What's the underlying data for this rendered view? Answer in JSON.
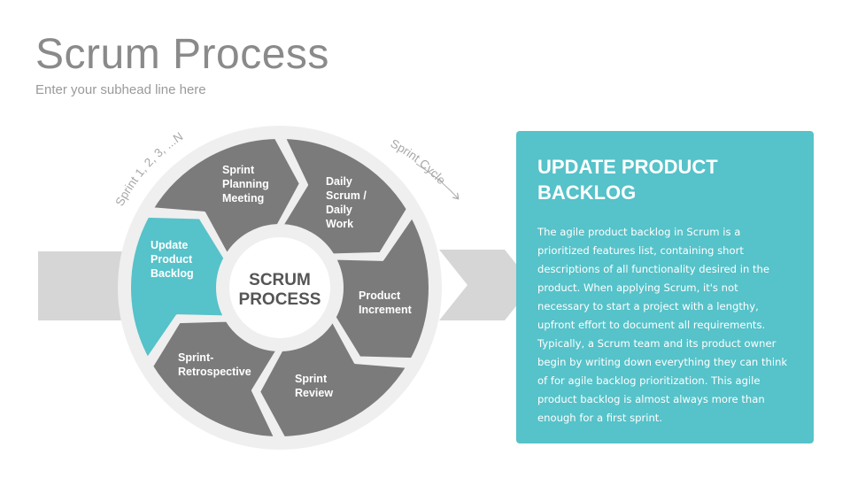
{
  "header": {
    "title": "Scrum Process",
    "subtitle": "Enter your subhead line here"
  },
  "diagram": {
    "center_label_line1": "SCRUM",
    "center_label_line2": "PROCESS",
    "arc_sprint_label": "Sprint 1, 2, 3, ...N",
    "arc_cycle_label": "Sprint Cycle",
    "segments": [
      {
        "id": "update-product-backlog",
        "lines": [
          "Update",
          "Product",
          "Backlog"
        ],
        "active": true
      },
      {
        "id": "sprint-planning-meeting",
        "lines": [
          "Sprint",
          "Planning",
          "Meeting"
        ],
        "active": false
      },
      {
        "id": "daily-scrum",
        "lines": [
          "Daily",
          "Scrum /",
          "Daily",
          "Work"
        ],
        "active": false
      },
      {
        "id": "product-increment",
        "lines": [
          "Product",
          "Increment"
        ],
        "active": false
      },
      {
        "id": "sprint-review",
        "lines": [
          "Sprint",
          "Review"
        ],
        "active": false
      },
      {
        "id": "sprint-retrospective",
        "lines": [
          "Sprint-",
          "Retrospective"
        ],
        "active": false
      }
    ],
    "colors": {
      "segment": "#7b7b7b",
      "active_segment": "#56c2c9",
      "ring": "#efefef",
      "arrow": "#d6d6d6"
    }
  },
  "panel": {
    "heading": "UPDATE PRODUCT BACKLOG",
    "body": "The agile product backlog in Scrum is a prioritized features list, containing short descriptions of all functionality desired in the product. When applying Scrum, it's not necessary to start a project with a lengthy, upfront effort to document all requirements. Typically, a Scrum team and its product owner begin by writing down everything they can think of for agile backlog prioritization. This agile product backlog is almost always more than enough for a first sprint.",
    "color": "#56c2c9"
  }
}
